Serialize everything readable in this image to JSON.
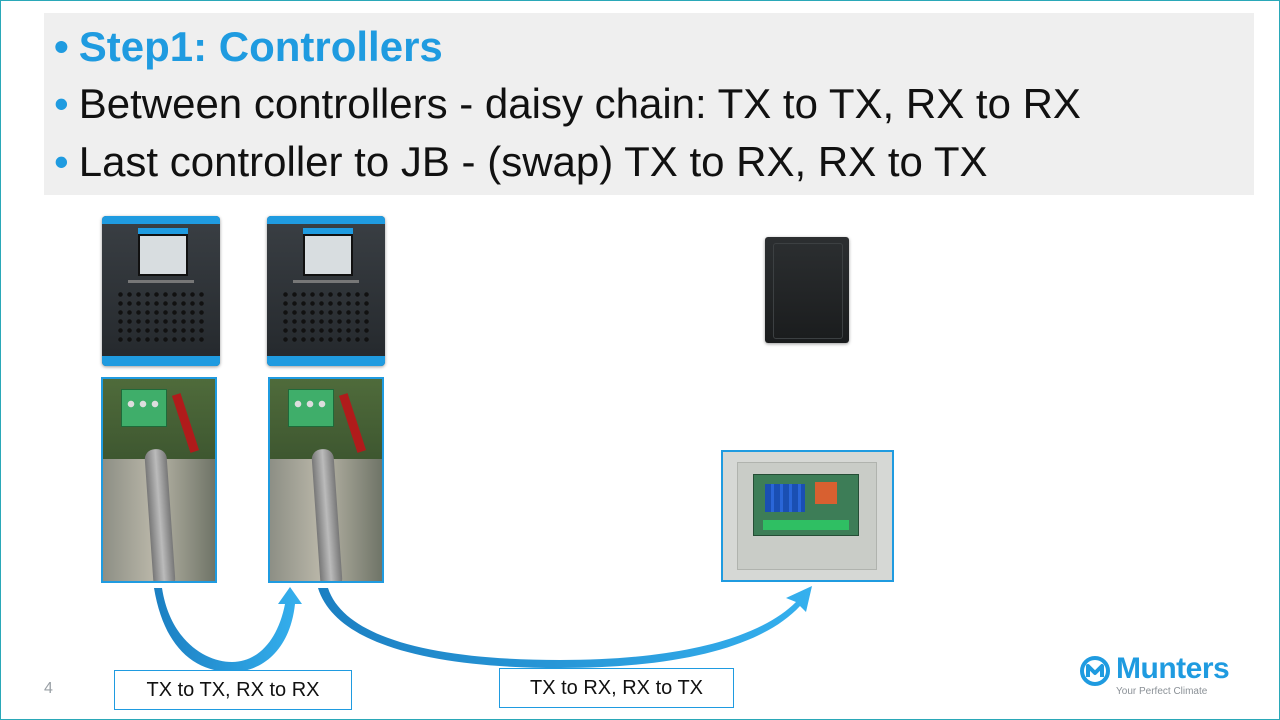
{
  "slide": {
    "bullets": [
      "Step1: Controllers",
      "Between controllers - daisy chain: TX to TX, RX to RX",
      "Last controller to JB - (swap) TX to RX, RX to TX"
    ],
    "bullet_symbol": "•",
    "labels": {
      "controller_to_controller": "TX to TX, RX to RX",
      "controller_to_jb": "TX to RX, RX to TX"
    },
    "page_number": "4"
  },
  "brand": {
    "name": "Munters",
    "tagline": "Your Perfect Climate",
    "accent_color": "#1f9be0"
  },
  "icons": {
    "logo": "munters-logo-icon"
  }
}
